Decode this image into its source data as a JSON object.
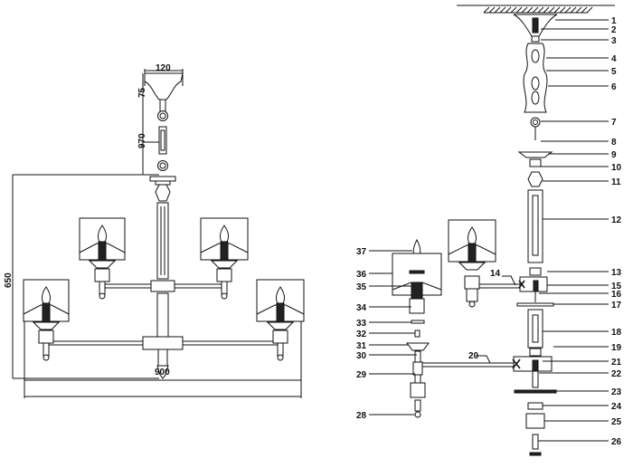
{
  "overall_view": {
    "dimensions": {
      "canopy_width": "120",
      "canopy_height": "75",
      "chain_length": "970",
      "body_height": "650",
      "overall_width": "900"
    }
  },
  "exploded_view": {
    "part_labels_right": [
      "1",
      "2",
      "3",
      "4",
      "5",
      "6",
      "7",
      "8",
      "9",
      "10",
      "11",
      "12",
      "13",
      "15",
      "16",
      "17",
      "18",
      "19",
      "21",
      "22",
      "23",
      "24",
      "25",
      "26"
    ],
    "part_labels_inline": [
      "14",
      "20"
    ],
    "part_labels_left": [
      "37",
      "36",
      "35",
      "34",
      "33",
      "32",
      "31",
      "30",
      "29",
      "28"
    ]
  }
}
